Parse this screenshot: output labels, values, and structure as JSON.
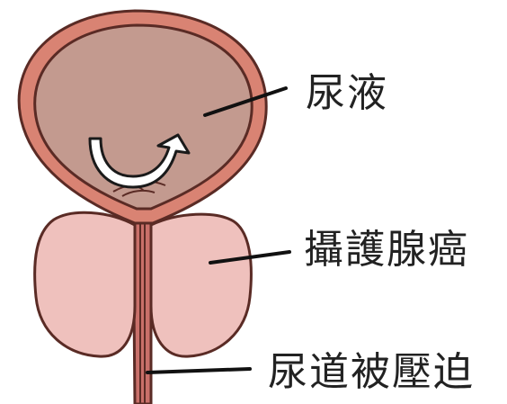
{
  "labels": {
    "urine": "尿液",
    "prostate_cancer": "攝護腺癌",
    "urethra_compressed": "尿道被壓迫"
  },
  "colors": {
    "bladder_wall": "#d98373",
    "bladder_inner": "#c39a8f",
    "outline": "#5a2b25",
    "prostate_fill": "#efc1bd",
    "urethra": "#c9706a",
    "leader_line": "#111111",
    "arrow_fill": "#ffffff"
  },
  "icons": {
    "flow_arrow": "curved-u-arrow-icon"
  }
}
